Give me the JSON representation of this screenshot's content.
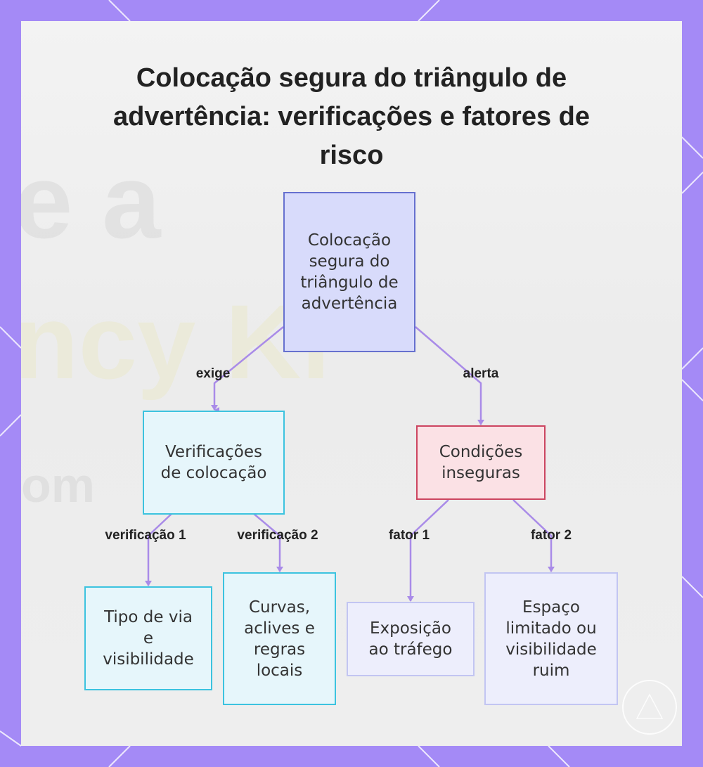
{
  "title": "Colocação segura do triângulo de advertência: verificações e fatores de risco",
  "nodes": {
    "root": "Colocação segura do triângulo de advertência",
    "checks": "Verificações de colocação",
    "unsafe": "Condições inseguras",
    "road": "Tipo de via e visibilidade",
    "curves": "Curvas, aclives e regras locais",
    "traffic": "Exposição ao tráfego",
    "space": "Espaço limitado ou visibilidade ruim"
  },
  "edges": {
    "requires": "exige",
    "alerts": "alerta",
    "check1": "verificação 1",
    "check2": "verificação 2",
    "factor1": "fator 1",
    "factor2": "fator 2"
  },
  "colors": {
    "frame": "#a48af6",
    "connector": "#a98be8",
    "root_border": "#6670cf",
    "cyan_border": "#3cc3df",
    "red_border": "#cc4560",
    "lavender_border": "#c2c5f2"
  }
}
